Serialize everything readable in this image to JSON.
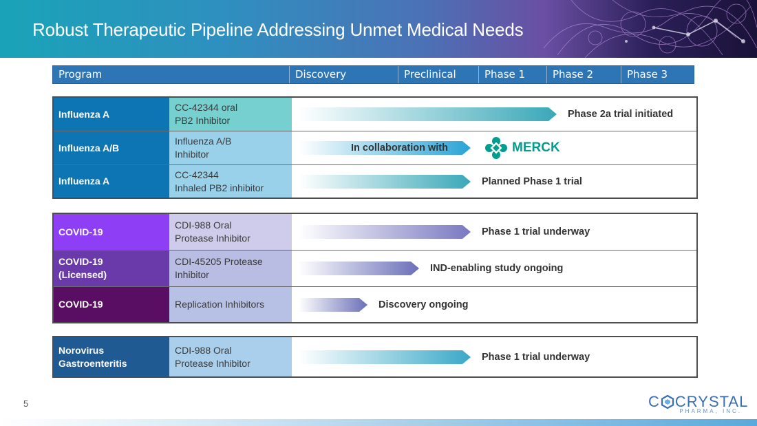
{
  "slide": {
    "title": "Robust Therapeutic Pipeline Addressing Unmet Medical Needs",
    "page_number": "5"
  },
  "header": {
    "columns": [
      "Program",
      "Discovery",
      "Preclinical",
      "Phase 1",
      "Phase 2",
      "Phase 3"
    ]
  },
  "groups": [
    {
      "rows": [
        {
          "program": "Influenza A",
          "description_lines": [
            "CC-42344 oral",
            "PB2 Inhibitor"
          ],
          "status": "Phase 2a trial initiated",
          "progress": 0.75,
          "program_color": "#0e75b5",
          "desc_color": "#75d0cf",
          "arrow_color": "#3aa8b8"
        },
        {
          "program": "Influenza A/B",
          "description_lines": [
            "Influenza A/B",
            "Inhibitor"
          ],
          "status": "In collaboration with",
          "progress": 0.5,
          "program_color": "#0e75b5",
          "desc_color": "#9ad1ea",
          "arrow_color": "#29a3d6",
          "partner": "MERCK"
        },
        {
          "program": "Influenza A",
          "description_lines": [
            "CC-42344",
            "Inhaled PB2 inhibitor"
          ],
          "status": "Planned Phase 1 trial",
          "progress": 0.5,
          "program_color": "#0e75b5",
          "desc_color": "#9ad1ea",
          "arrow_color": "#3aa8b8"
        }
      ]
    },
    {
      "rows": [
        {
          "program": "COVID-19",
          "description_lines": [
            "CDI-988 Oral",
            "Protease Inhibitor"
          ],
          "status": "Phase 1 trial underway",
          "progress": 0.5,
          "program_color": "#8e3ff5",
          "desc_color": "#cfcbea",
          "arrow_color": "#7a78c0"
        },
        {
          "program_lines": [
            "COVID-19",
            "(Licensed)"
          ],
          "description_lines": [
            "CDI-45205 Protease",
            "Inhibitor"
          ],
          "status": "IND-enabling study ongoing",
          "progress": 0.35,
          "program_color": "#6a3aaa",
          "desc_color": "#b9bde3",
          "arrow_color": "#6a6fb8"
        },
        {
          "program": "COVID-19",
          "description_lines": [
            "Replication Inhibitors"
          ],
          "status": "Discovery ongoing",
          "progress": 0.2,
          "program_color": "#5a0e63",
          "desc_color": "#b7c0e5",
          "arrow_color": "#6a70b8"
        }
      ]
    },
    {
      "rows": [
        {
          "program_lines": [
            "Norovirus",
            "Gastroenteritis"
          ],
          "description_lines": [
            "CDI-988 Oral",
            "Protease Inhibitor"
          ],
          "status": "Phase 1 trial underway",
          "progress": 0.5,
          "program_color": "#1f5a93",
          "desc_color": "#a9cfec",
          "arrow_color": "#3aa8c8"
        }
      ]
    }
  ],
  "logo": {
    "name_left": "C",
    "name_right": "CRYSTAL",
    "subtitle": "PHARMA, INC.",
    "accent": "#3a6fb5"
  }
}
